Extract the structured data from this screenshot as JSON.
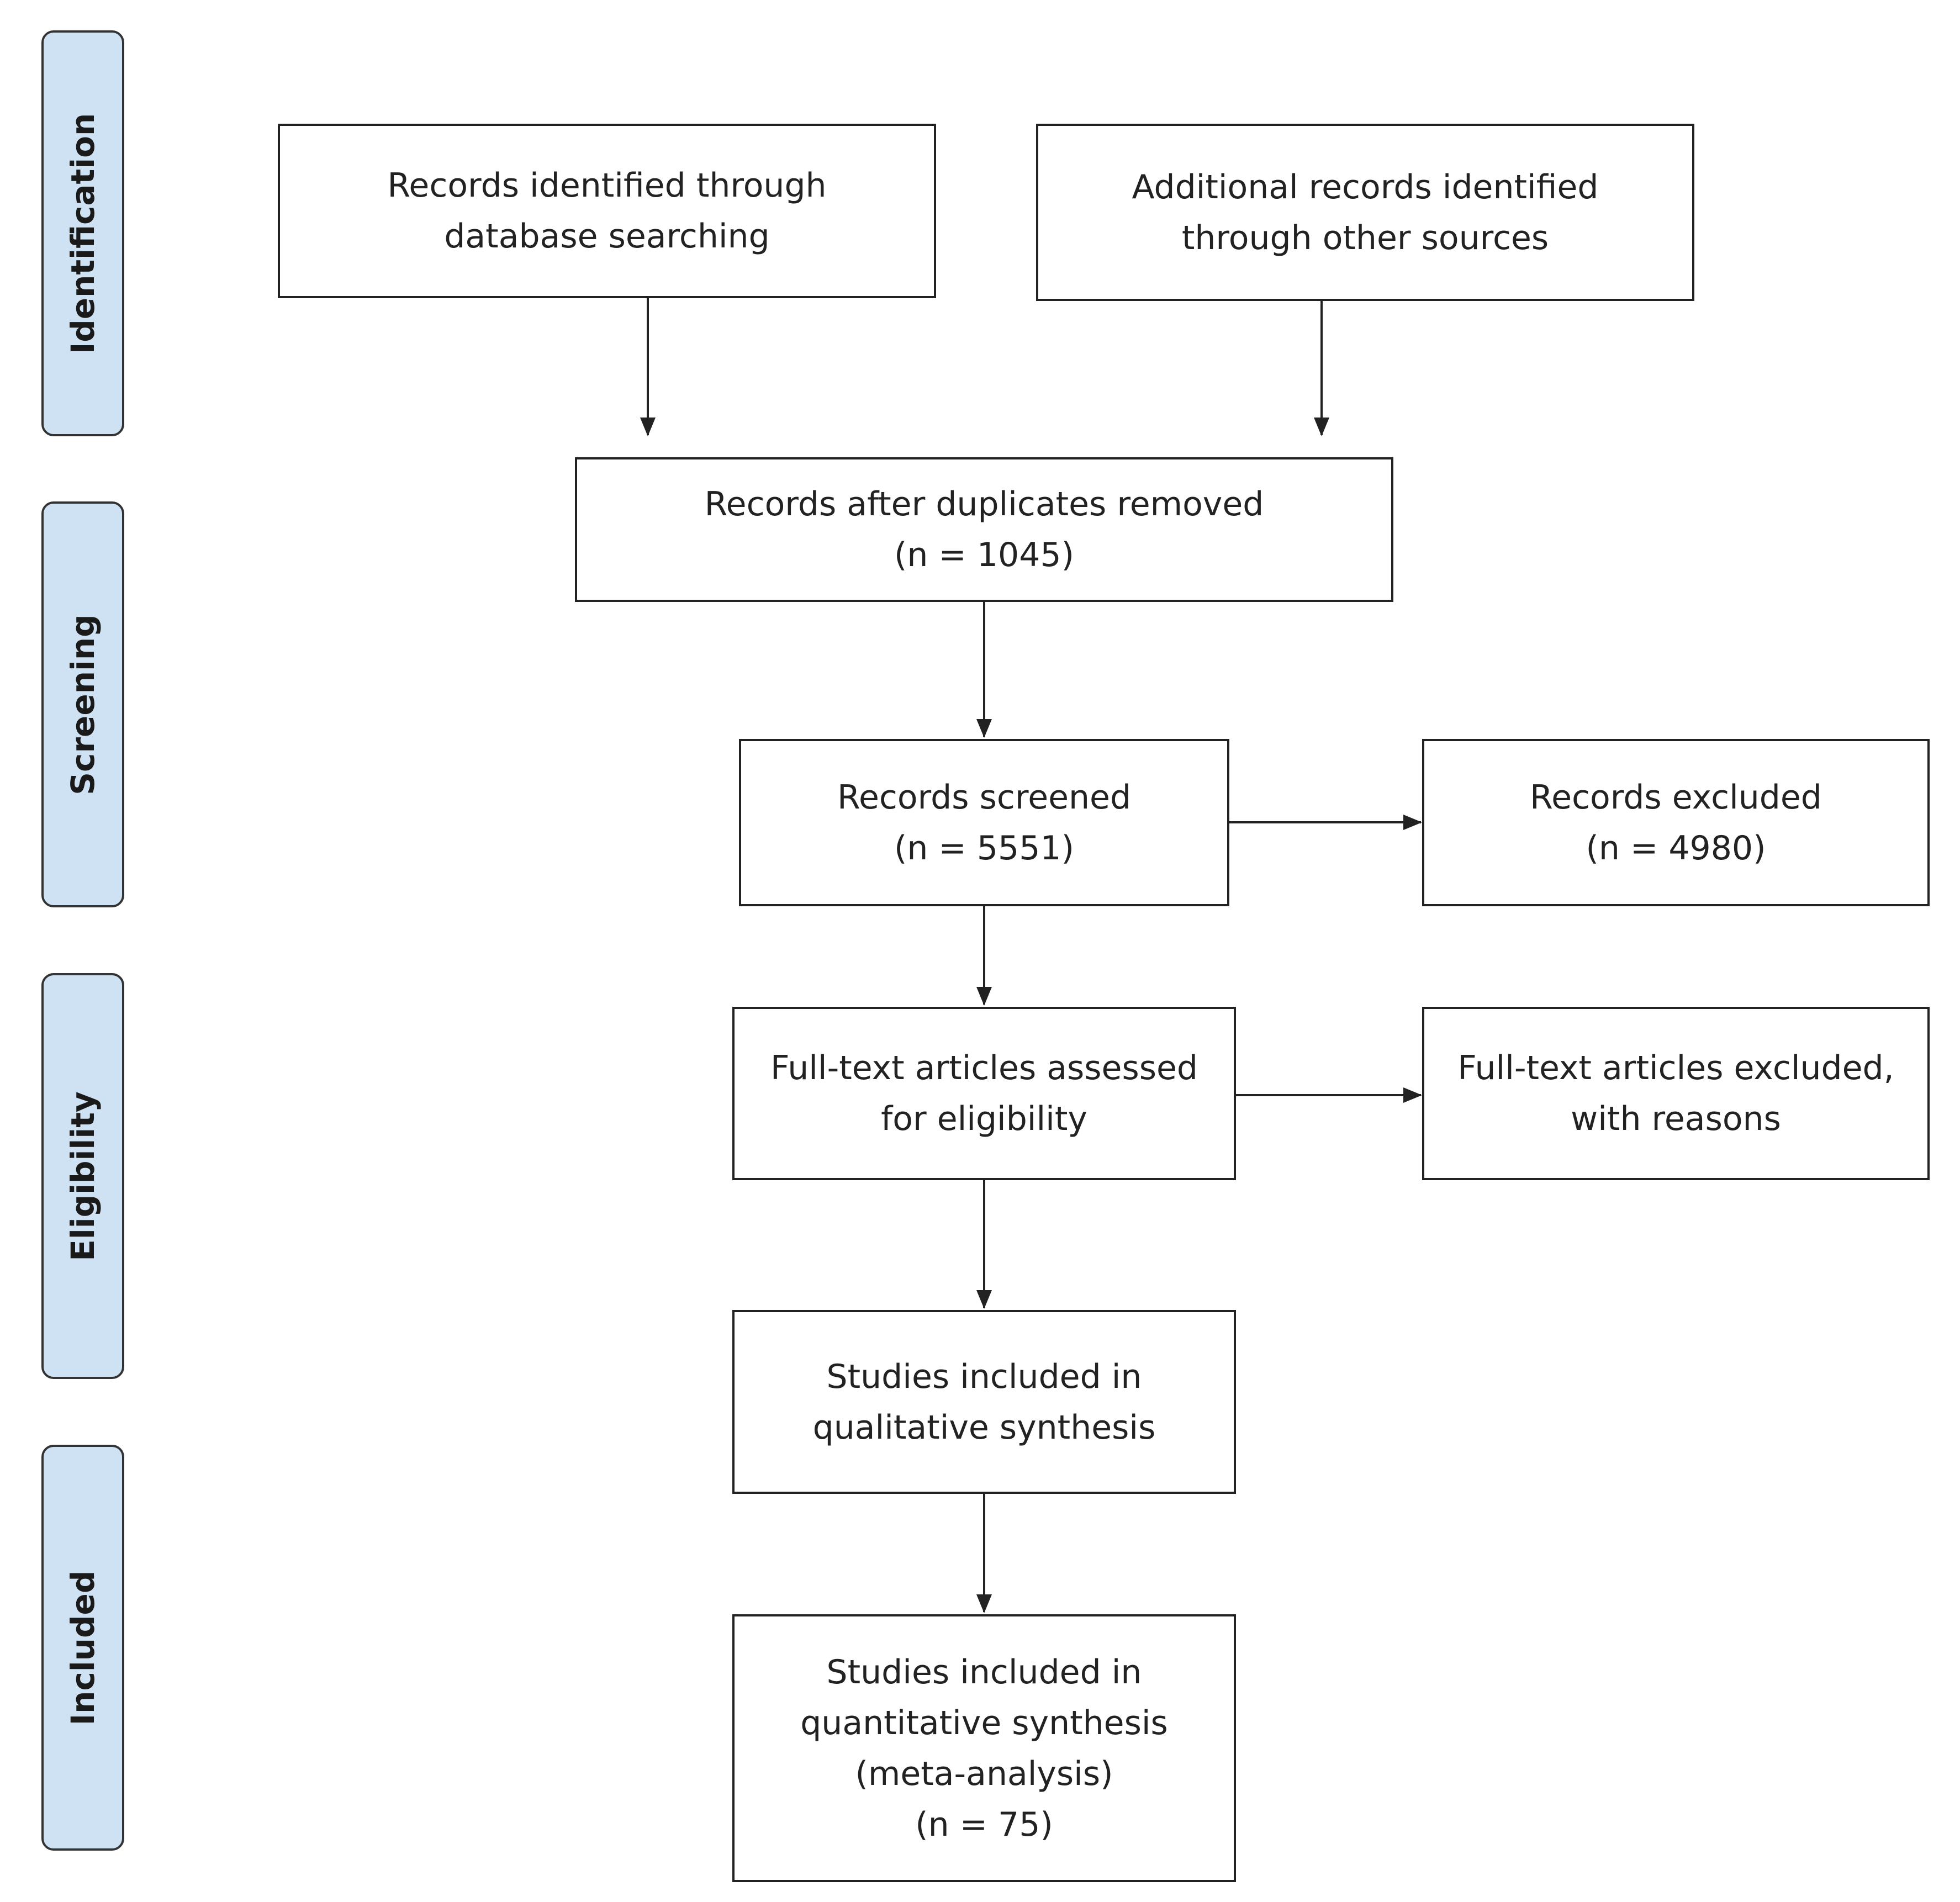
{
  "phases": {
    "identification": "Identification",
    "screening": "Screening",
    "eligibility": "Eligibility",
    "included": "Included"
  },
  "boxes": {
    "db_search": {
      "line1": "Records identified through",
      "line2": "database searching"
    },
    "other_sources": {
      "line1": "Additional records identified",
      "line2": "through other sources"
    },
    "duplicates_removed": {
      "line1": "Records after duplicates removed",
      "line2": "(n = 1045)"
    },
    "screened": {
      "line1": "Records screened",
      "line2": "(n = 5551)"
    },
    "excluded": {
      "line1": "Records excluded",
      "line2": "(n = 4980)"
    },
    "fulltext_assessed": {
      "line1": "Full-text articles assessed",
      "line2": "for eligibility"
    },
    "fulltext_excluded": {
      "line1": "Full-text articles excluded,",
      "line2": "with reasons"
    },
    "qualitative": {
      "line1": "Studies included in",
      "line2": "qualitative synthesis"
    },
    "quantitative": {
      "line1": "Studies included in",
      "line2": "quantitative synthesis",
      "line3": "(meta-analysis)",
      "line4": "(n = 75)"
    }
  },
  "colors": {
    "phase_fill": "#cfe2f3",
    "box_border": "#222222",
    "arrow": "#222222"
  }
}
